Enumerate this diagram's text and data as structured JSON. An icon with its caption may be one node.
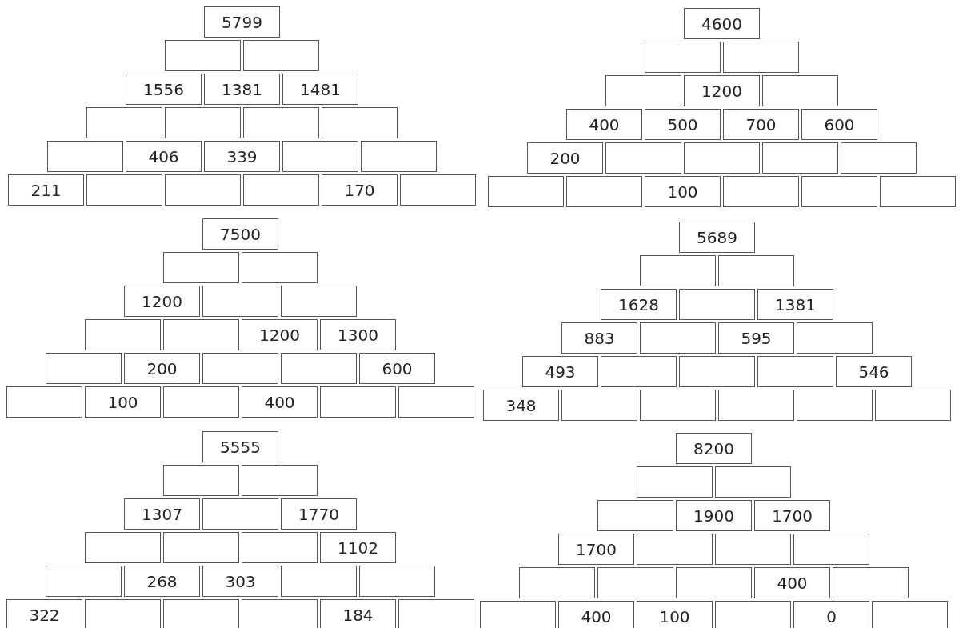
{
  "diagram": {
    "nodes": [
      {
        "text": [
          "5799"
        ]
      },
      {
        "text": [],
        "shape": "box"
      },
      {
        "text": [],
        "shape": "box"
      },
      {
        "text": [
          "1556"
        ]
      },
      {
        "text": [
          "1381"
        ]
      },
      {
        "text": [
          "1481"
        ]
      },
      {
        "text": [],
        "shape": "box"
      },
      {
        "text": [],
        "shape": "box"
      },
      {
        "text": [],
        "shape": "box"
      },
      {
        "text": [],
        "shape": "box"
      },
      {
        "text": [],
        "shape": "box"
      },
      {
        "text": [
          "406"
        ]
      },
      {
        "text": [
          "339"
        ]
      },
      {
        "text": [],
        "shape": "box"
      },
      {
        "text": [],
        "shape": "box"
      },
      {
        "text": [
          "211"
        ]
      },
      {
        "text": [],
        "shape": "box"
      },
      {
        "text": [],
        "shape": "box"
      },
      {
        "text": [],
        "shape": "box"
      },
      {
        "text": [
          "170"
        ]
      },
      {
        "text": [],
        "shape": "box"
      },
      {
        "text": [
          "4600"
        ]
      },
      {
        "text": [],
        "shape": "box"
      },
      {
        "text": [],
        "shape": "box"
      },
      {
        "text": [],
        "shape": "box"
      },
      {
        "text": [
          "1200"
        ]
      },
      {
        "text": [],
        "shape": "box"
      },
      {
        "text": [
          "400"
        ]
      },
      {
        "text": [
          "500"
        ]
      },
      {
        "text": [
          "700"
        ]
      },
      {
        "text": [
          "600"
        ]
      },
      {
        "text": [
          "200"
        ]
      },
      {
        "text": [],
        "shape": "box"
      },
      {
        "text": [],
        "shape": "box"
      },
      {
        "text": [],
        "shape": "box"
      },
      {
        "text": [],
        "shape": "box"
      },
      {
        "text": [],
        "shape": "box"
      },
      {
        "text": [],
        "shape": "box"
      },
      {
        "text": [
          "100"
        ]
      },
      {
        "text": [],
        "shape": "box"
      },
      {
        "text": [],
        "shape": "box"
      },
      {
        "text": [],
        "shape": "box"
      },
      {
        "text": [
          "7500"
        ]
      },
      {
        "text": [],
        "shape": "box"
      },
      {
        "text": [],
        "shape": "box"
      },
      {
        "text": [
          "1200"
        ]
      },
      {
        "text": [],
        "shape": "box"
      },
      {
        "text": [],
        "shape": "box"
      },
      {
        "text": [],
        "shape": "box"
      },
      {
        "text": [],
        "shape": "box"
      },
      {
        "text": [
          "1200"
        ]
      },
      {
        "text": [
          "1300"
        ]
      },
      {
        "text": [],
        "shape": "box"
      },
      {
        "text": [
          "200"
        ]
      },
      {
        "text": [],
        "shape": "box"
      },
      {
        "text": [],
        "shape": "box"
      },
      {
        "text": [
          "600"
        ]
      },
      {
        "text": [],
        "shape": "box"
      },
      {
        "text": [
          "100"
        ]
      },
      {
        "text": [],
        "shape": "box"
      },
      {
        "text": [
          "400"
        ]
      },
      {
        "text": [],
        "shape": "box"
      },
      {
        "text": [],
        "shape": "box"
      },
      {
        "text": [
          "5689"
        ]
      },
      {
        "text": [],
        "shape": "box"
      },
      {
        "text": [],
        "shape": "box"
      },
      {
        "text": [
          "1628"
        ]
      },
      {
        "text": [],
        "shape": "box"
      },
      {
        "text": [
          "1381"
        ]
      },
      {
        "text": [
          "883"
        ]
      },
      {
        "text": [],
        "shape": "box"
      },
      {
        "text": [
          "595"
        ]
      },
      {
        "text": [],
        "shape": "box"
      },
      {
        "text": [
          "493"
        ]
      },
      {
        "text": [],
        "shape": "box"
      },
      {
        "text": [],
        "shape": "box"
      },
      {
        "text": [],
        "shape": "box"
      },
      {
        "text": [
          "546"
        ]
      },
      {
        "text": [
          "348"
        ]
      },
      {
        "text": [],
        "shape": "box"
      },
      {
        "text": [],
        "shape": "box"
      },
      {
        "text": [],
        "shape": "box"
      },
      {
        "text": [],
        "shape": "box"
      },
      {
        "text": [],
        "shape": "box"
      },
      {
        "text": [
          "5555"
        ]
      },
      {
        "text": [],
        "shape": "box"
      },
      {
        "text": [],
        "shape": "box"
      },
      {
        "text": [
          "1307"
        ]
      },
      {
        "text": [],
        "shape": "box"
      },
      {
        "text": [
          "1770"
        ]
      },
      {
        "text": [],
        "shape": "box"
      },
      {
        "text": [],
        "shape": "box"
      },
      {
        "text": [],
        "shape": "box"
      },
      {
        "text": [
          "1102"
        ]
      },
      {
        "text": [],
        "shape": "box"
      },
      {
        "text": [
          "268"
        ]
      },
      {
        "text": [
          "303"
        ]
      },
      {
        "text": [],
        "shape": "box"
      },
      {
        "text": [],
        "shape": "box"
      },
      {
        "text": [
          "322"
        ]
      },
      {
        "text": [],
        "shape": "box"
      },
      {
        "text": [],
        "shape": "box"
      },
      {
        "text": [],
        "shape": "box"
      },
      {
        "text": [
          "184"
        ]
      },
      {
        "text": [],
        "shape": "box"
      },
      {
        "text": [
          "8200"
        ]
      },
      {
        "text": [],
        "shape": "box"
      },
      {
        "text": [],
        "shape": "box"
      },
      {
        "text": [],
        "shape": "box"
      },
      {
        "text": [
          "1900"
        ]
      },
      {
        "text": [
          "1700"
        ]
      },
      {
        "text": [
          "1700"
        ]
      },
      {
        "text": [],
        "shape": "box"
      },
      {
        "text": [],
        "shape": "box"
      },
      {
        "text": [],
        "shape": "box"
      },
      {
        "text": [],
        "shape": "box"
      },
      {
        "text": [],
        "shape": "box"
      },
      {
        "text": [],
        "shape": "box"
      },
      {
        "text": [
          "400"
        ]
      },
      {
        "text": [],
        "shape": "box"
      },
      {
        "text": [],
        "shape": "box"
      },
      {
        "text": [
          "400"
        ]
      },
      {
        "text": [
          "100"
        ]
      },
      {
        "text": [],
        "shape": "box"
      },
      {
        "text": [
          "0"
        ]
      },
      {
        "text": [],
        "shape": "box"
      }
    ]
  }
}
